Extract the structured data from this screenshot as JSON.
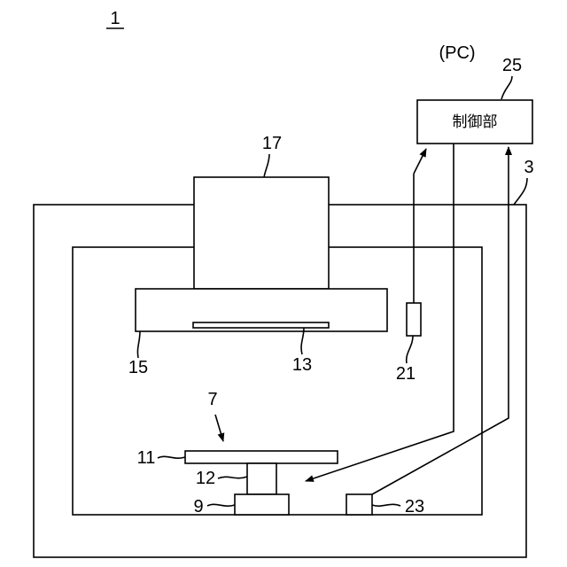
{
  "figure_number": "1",
  "controller": {
    "annotation": "(PC)",
    "label": "制御部",
    "ref": "25"
  },
  "refs": {
    "chamber_outer": "3",
    "stage_assembly": "7",
    "base": "9",
    "table": "11",
    "pillar": "12",
    "plate": "13",
    "head": "15",
    "unit_top": "17",
    "sensor_21": "21",
    "sensor_23": "23"
  }
}
